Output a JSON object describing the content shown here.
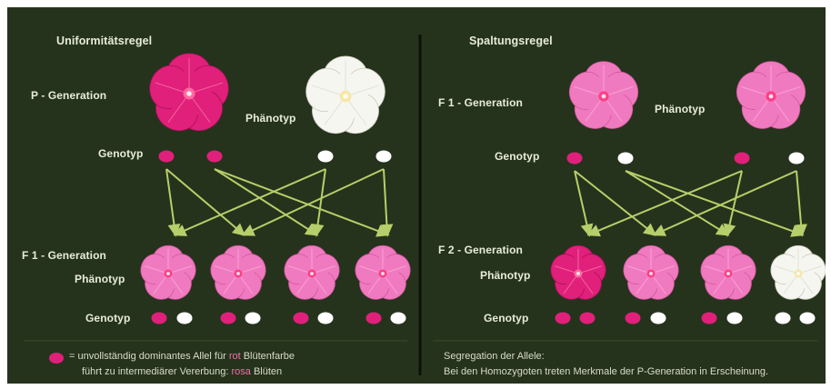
{
  "colors": {
    "background": "#25331c",
    "text": "#e8ecd8",
    "magenta": "#e0207a",
    "pink": "#f07ac0",
    "white": "#ffffff",
    "arrow": "#b7cf6a"
  },
  "left": {
    "title": "Uniformitätsregel",
    "p_generation": "P - Generation",
    "phaenotyp": "Phänotyp",
    "genotyp": "Genotyp",
    "f1_generation": "F 1 - Generation",
    "f1_phaenotyp": "Phänotyp",
    "f1_genotyp": "Genotyp",
    "legend_line1_pre": "= unvollständig dominantes Allel für ",
    "legend_line1_hl": "rot",
    "legend_line1_post": " Blütenfarbe",
    "legend_line2_pre": "führt zu intermediärer Vererbung: ",
    "legend_line2_hl": "rosa",
    "legend_line2_post": " Blüten",
    "parents": [
      "magenta",
      "white"
    ],
    "offspring": [
      "pink",
      "pink",
      "pink",
      "pink"
    ]
  },
  "right": {
    "title": "Spaltungsregel",
    "f1_generation": "F 1 - Generation",
    "phaenotyp": "Phänotyp",
    "genotyp": "Genotyp",
    "f2_generation": "F 2 - Generation",
    "f2_phaenotyp": "Phänotyp",
    "f2_genotyp": "Genotyp",
    "note_line1": "Segregation der Allele:",
    "note_line2": "Bei den Homozygoten treten Merkmale der P-Generation in Erscheinung.",
    "parents": [
      "pink",
      "pink"
    ],
    "offspring": [
      "magenta",
      "pink",
      "pink",
      "white"
    ]
  }
}
